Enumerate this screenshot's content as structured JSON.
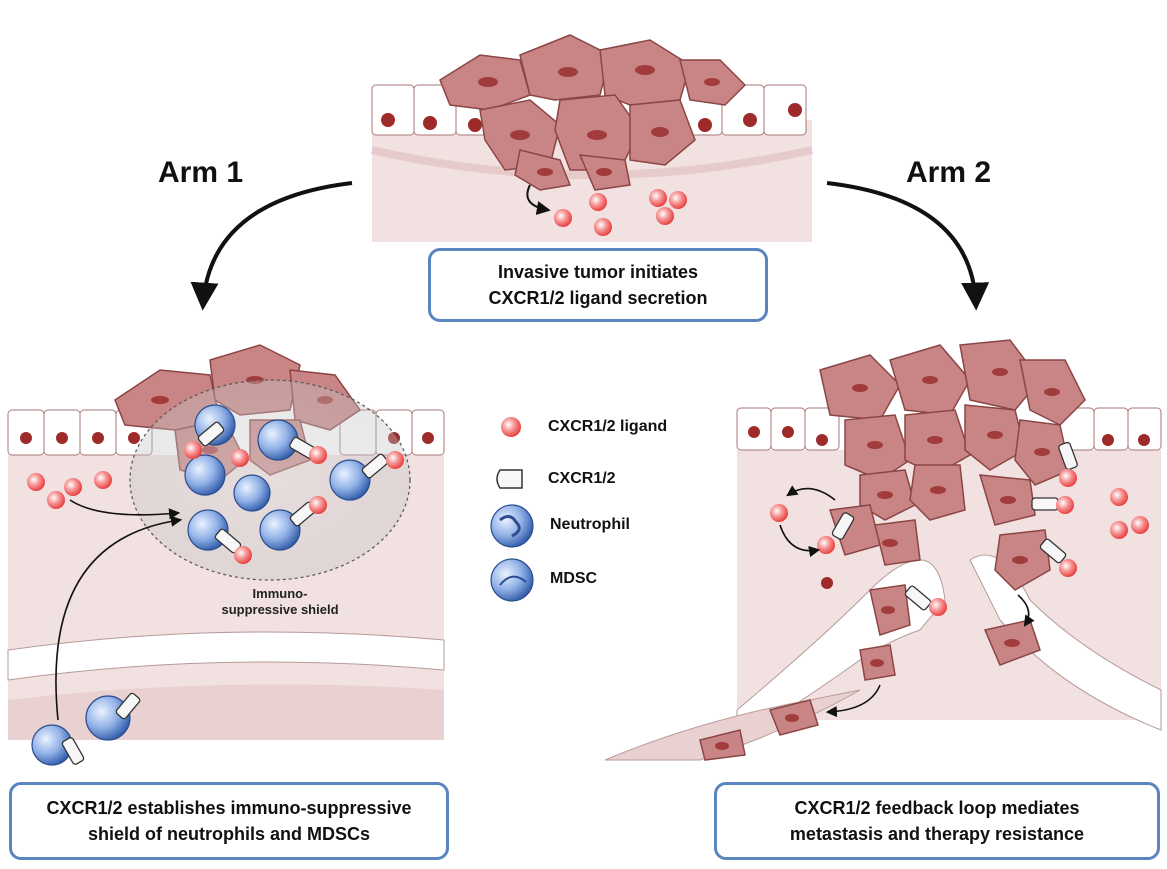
{
  "arms": {
    "arm1_label": "Arm 1",
    "arm2_label": "Arm 2"
  },
  "captions": {
    "top_line1": "Invasive tumor initiates",
    "top_line2": "CXCR1/2 ligand secretion",
    "left_line1": "CXCR1/2 establishes immuno-suppressive",
    "left_line2": "shield of neutrophils and MDSCs",
    "right_line1": "CXCR1/2 feedback loop mediates",
    "right_line2": "metastasis and therapy resistance"
  },
  "shield": {
    "line1": "Immuno-",
    "line2": "suppressive shield"
  },
  "legend": {
    "ligand": "CXCR1/2 ligand",
    "receptor": "CXCR1/2",
    "neutrophil": "Neutrophil",
    "mdsc": "MDSC"
  },
  "colors": {
    "tumor_cell": "#c98585",
    "tumor_nucleus": "#9e3a3a",
    "tissue": "#f2e1e1",
    "ligand": "#ef5a5a",
    "immune_cell": "#4a78c0",
    "box_border": "#5a85bf"
  }
}
